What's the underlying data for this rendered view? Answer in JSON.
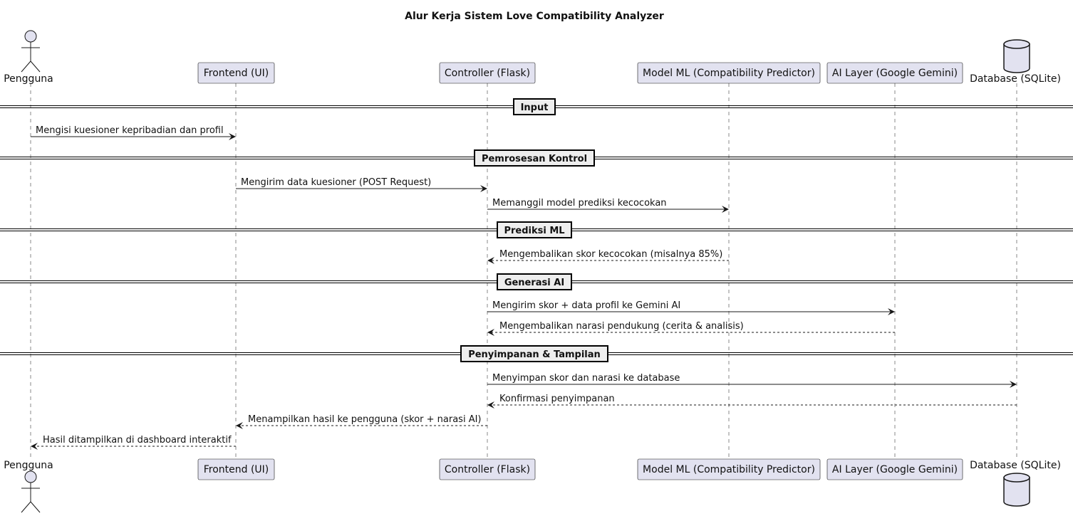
{
  "title": "Alur Kerja Sistem Love Compatibility Analyzer",
  "participants": [
    {
      "id": "user",
      "label": "Pengguna",
      "kind": "actor"
    },
    {
      "id": "ui",
      "label": "Frontend (UI)",
      "kind": "box"
    },
    {
      "id": "ctrl",
      "label": "Controller (Flask)",
      "kind": "box"
    },
    {
      "id": "ml",
      "label": "Model ML (Compatibility Predictor)",
      "kind": "box"
    },
    {
      "id": "ai",
      "label": "AI Layer (Google Gemini)",
      "kind": "box"
    },
    {
      "id": "db",
      "label": "Database (SQLite)",
      "kind": "database"
    }
  ],
  "sections": [
    {
      "id": "s1",
      "label": "Input"
    },
    {
      "id": "s2",
      "label": "Pemrosesan Kontrol"
    },
    {
      "id": "s3",
      "label": "Prediksi ML"
    },
    {
      "id": "s4",
      "label": "Generasi AI"
    },
    {
      "id": "s5",
      "label": "Penyimpanan & Tampilan"
    }
  ],
  "messages": [
    {
      "from": "user",
      "to": "ui",
      "label": "Mengisi kuesioner kepribadian dan profil",
      "style": "solid"
    },
    {
      "from": "ui",
      "to": "ctrl",
      "label": "Mengirim data kuesioner (POST Request)",
      "style": "solid"
    },
    {
      "from": "ctrl",
      "to": "ml",
      "label": "Memanggil model prediksi kecocokan",
      "style": "solid"
    },
    {
      "from": "ml",
      "to": "ctrl",
      "label": "Mengembalikan skor kecocokan (misalnya 85%)",
      "style": "dashed"
    },
    {
      "from": "ctrl",
      "to": "ai",
      "label": "Mengirim skor + data profil ke Gemini AI",
      "style": "solid"
    },
    {
      "from": "ai",
      "to": "ctrl",
      "label": "Mengembalikan narasi pendukung (cerita & analisis)",
      "style": "dashed"
    },
    {
      "from": "ctrl",
      "to": "db",
      "label": "Menyimpan skor dan narasi ke database",
      "style": "solid"
    },
    {
      "from": "db",
      "to": "ctrl",
      "label": "Konfirmasi penyimpanan",
      "style": "dashed"
    },
    {
      "from": "ctrl",
      "to": "ui",
      "label": "Menampilkan hasil ke pengguna (skor + narasi AI)",
      "style": "dashed"
    },
    {
      "from": "ui",
      "to": "user",
      "label": "Hasil ditampilkan di dashboard interaktif",
      "style": "dashed"
    }
  ],
  "colors": {
    "participant_fill": "#E2E2F0",
    "participant_border": "#181818",
    "lifeline": "#888888",
    "arrow": "#181818",
    "section_fill": "#EEEEEE"
  }
}
